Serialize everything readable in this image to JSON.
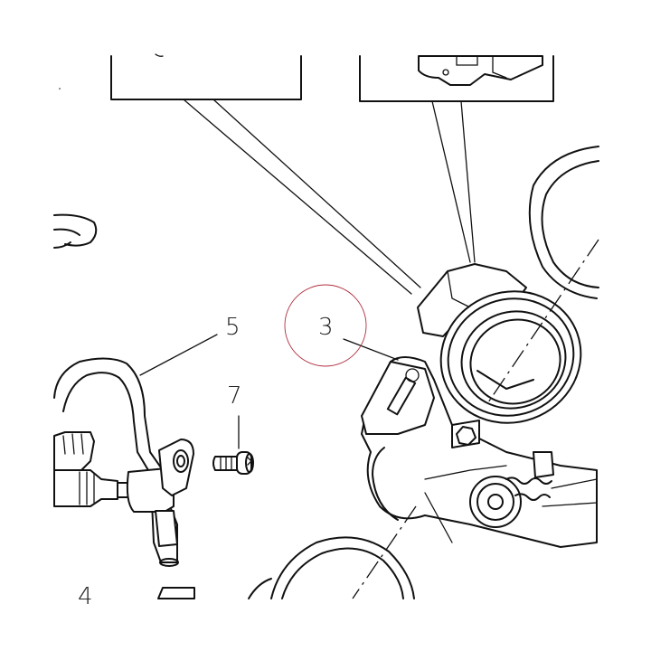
{
  "callouts": [
    {
      "id": "3",
      "label": "3"
    },
    {
      "id": "4",
      "label": "4"
    },
    {
      "id": "5",
      "label": "5"
    },
    {
      "id": "7",
      "label": "7"
    }
  ],
  "colors": {
    "line": "#111111",
    "highlight_circle": "#b03040",
    "background": "#ffffff"
  }
}
